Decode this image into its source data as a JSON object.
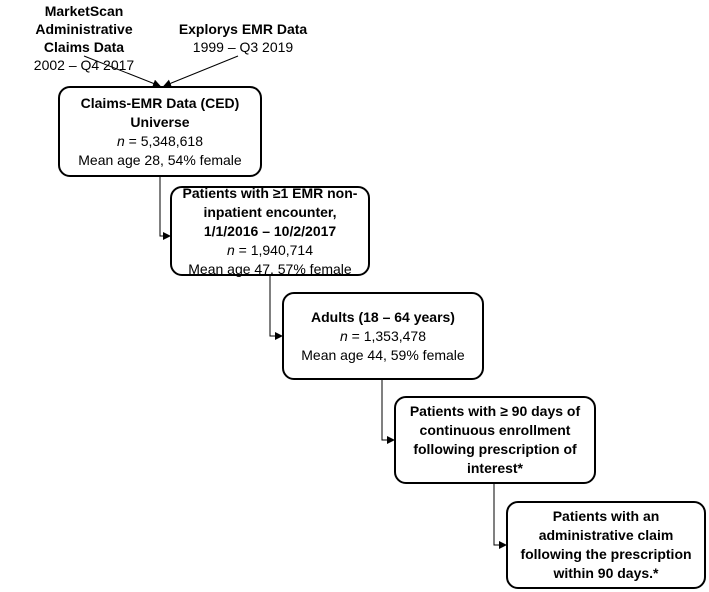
{
  "sources": [
    {
      "title_lines": [
        "MarketScan Administrative",
        "Claims Data"
      ],
      "dates": "2002 – Q4 2017"
    },
    {
      "title_lines": [
        "Explorys EMR Data"
      ],
      "dates": "1999 – Q3 2019"
    }
  ],
  "boxes": [
    {
      "title_lines": [
        "Claims-EMR Data (CED)",
        "Universe"
      ],
      "n_label": "n",
      "n_value": " = 5,348,618",
      "stats": "Mean age 28, 54% female"
    },
    {
      "title_lines": [
        "Patients with ≥1 EMR non-",
        "inpatient encounter,",
        "1/1/2016 – 10/2/2017"
      ],
      "n_label": "n",
      "n_value": " = 1,940,714",
      "stats": "Mean age 47, 57% female"
    },
    {
      "title_lines": [
        "Adults (18 – 64 years)"
      ],
      "n_label": "n",
      "n_value": " = 1,353,478",
      "stats": "Mean age 44, 59% female"
    },
    {
      "title_lines": [
        "Patients with ≥ 90 days of",
        "continuous enrollment",
        "following prescription of",
        "interest*"
      ]
    },
    {
      "title_lines": [
        "Patients with an",
        "administrative claim",
        "following the prescription",
        "within 90 days.*"
      ]
    }
  ]
}
